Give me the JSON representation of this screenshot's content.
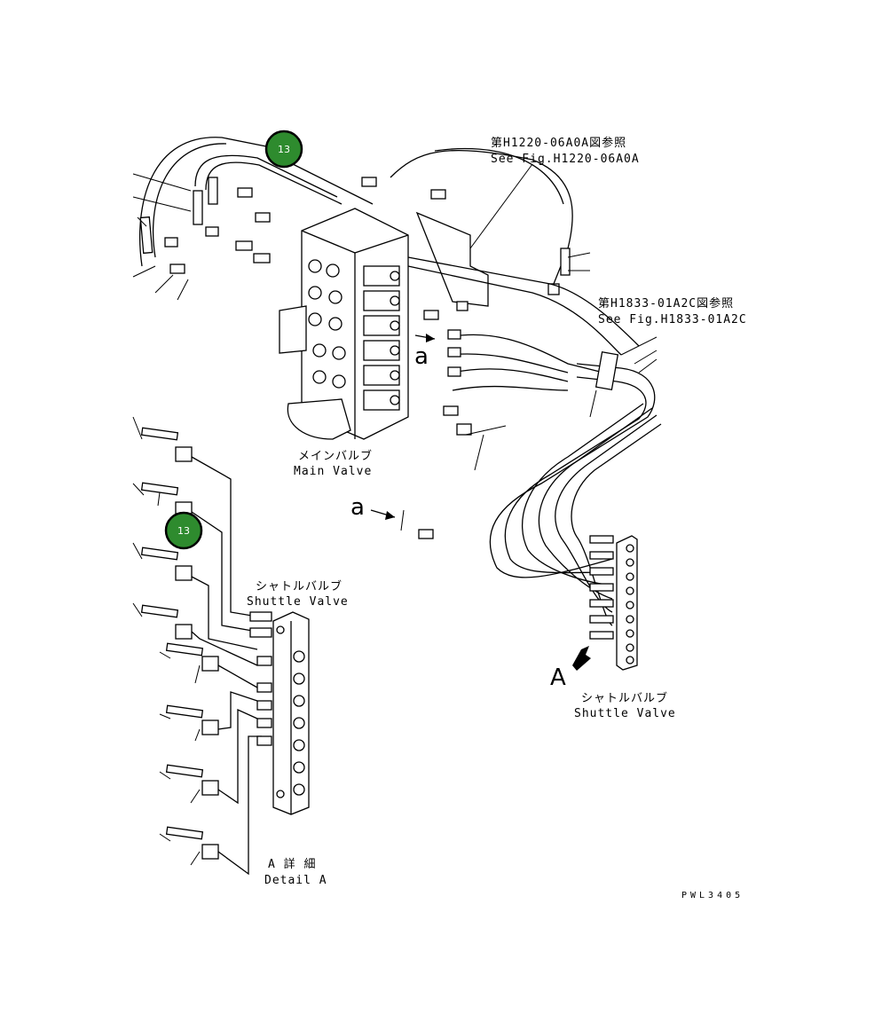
{
  "labels": {
    "ref1_jp": "第H1220-06A0A図参照",
    "ref1_en": "See Fig.H1220-06A0A",
    "ref2_jp": "第H1833-01A2C図参照",
    "ref2_en": "See Fig.H1833-01A2C",
    "main_valve_jp": "メインバルブ",
    "main_valve_en": "Main Valve",
    "shuttle_left_jp": "シャトルバルブ",
    "shuttle_left_en": "Shuttle Valve",
    "shuttle_right_jp": "シャトルバルブ",
    "shuttle_right_en": "Shuttle Valve",
    "detail_jp": "A 詳 細",
    "detail_en": "Detail A",
    "view_a_small_1": "a",
    "view_a_small_2": "a",
    "view_a_big": "A",
    "drawing_code": "PWL3405"
  },
  "callouts": [
    {
      "number": "13"
    },
    {
      "number": "13"
    }
  ]
}
